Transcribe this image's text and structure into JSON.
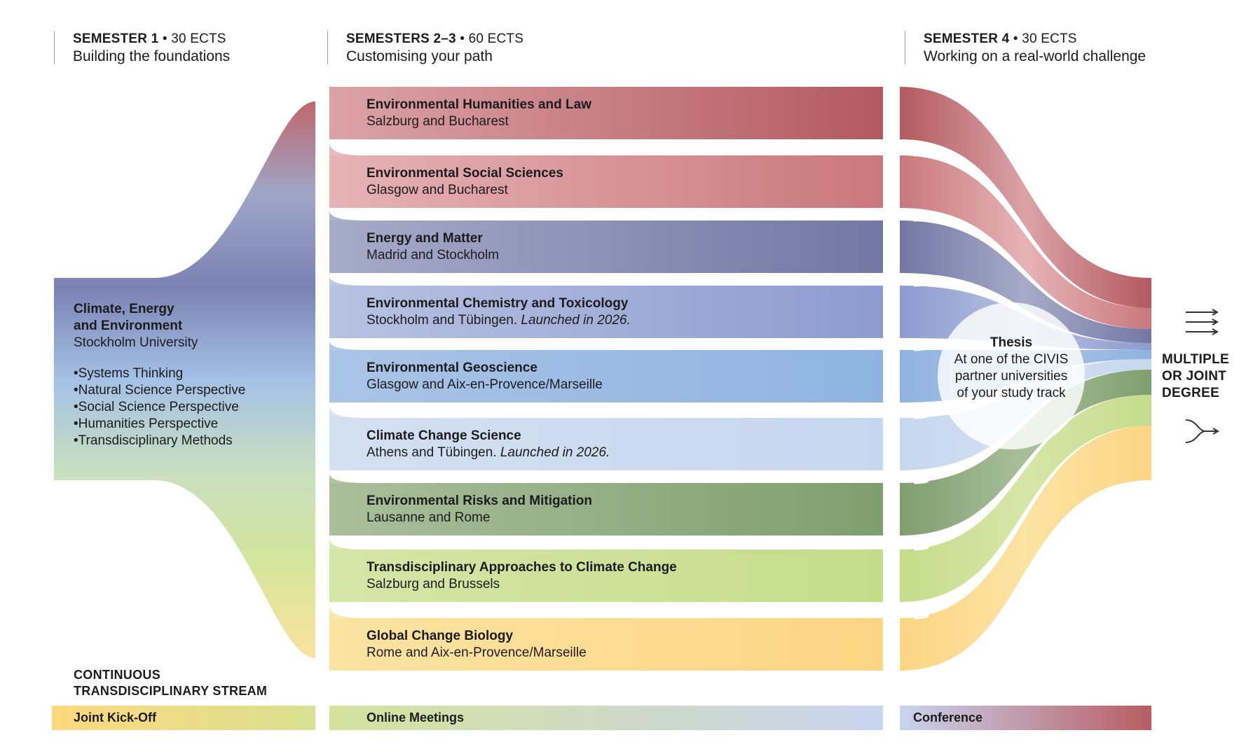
{
  "headers": [
    {
      "bold": "SEMESTER 1",
      "credits": "30 ECTS",
      "subtitle": "Building the foundations"
    },
    {
      "bold": "SEMESTERS 2–3",
      "credits": "60 ECTS",
      "subtitle": "Customising your path"
    },
    {
      "bold": "SEMESTER 4",
      "credits": "30 ECTS",
      "subtitle": "Working on a real-world challenge"
    }
  ],
  "semester1": {
    "name_line1": "Climate, Energy",
    "name_line2": "and Environment",
    "university": "Stockholm University",
    "topics": [
      "Systems Thinking",
      "Natural Science Perspective",
      "Social Science Perspective",
      "Humanities Perspective",
      "Transdisciplinary Methods"
    ]
  },
  "tracks": [
    {
      "name": "Environmental Humanities and Law",
      "location": "Salzburg and Bucharest",
      "note": "",
      "color_light": "#dba3a7",
      "color_dark": "#b35a60"
    },
    {
      "name": "Environmental Social Sciences",
      "location": "Glasgow and Bucharest",
      "note": "",
      "color_light": "#e6b3b5",
      "color_dark": "#c9787c"
    },
    {
      "name": "Energy and Matter",
      "location": "Madrid and Stockholm",
      "note": "",
      "color_light": "#a6abc9",
      "color_dark": "#7377a3"
    },
    {
      "name": "Environmental Chemistry and Toxicology",
      "location": "Stockholm and Tübingen.",
      "note": "Launched in 2026.",
      "color_light": "#b7c2e2",
      "color_dark": "#8d9bcf"
    },
    {
      "name": "Environmental Geoscience",
      "location": "Glasgow and Aix-en-Provence/Marseille",
      "note": "",
      "color_light": "#a9c4e6",
      "color_dark": "#8fb3e0"
    },
    {
      "name": "Climate Change Science",
      "location": "Athens and Tübingen.",
      "note": "Launched in 2026.",
      "color_light": "#d3e0f2",
      "color_dark": "#c7d7ef"
    },
    {
      "name": "Environmental Risks and Mitigation",
      "location": "Lausanne and Rome",
      "note": "",
      "color_light": "#a9bf9b",
      "color_dark": "#7f9e6e"
    },
    {
      "name": "Transdisciplinary Approaches to Climate Change",
      "location": "Salzburg and Brussels",
      "note": "",
      "color_light": "#d7e6a8",
      "color_dark": "#c4dc8a"
    },
    {
      "name": "Global Change Biology",
      "location": "Rome and Aix-en-Provence/Marseille",
      "note": "",
      "color_light": "#fbe3a2",
      "color_dark": "#fdd584"
    }
  ],
  "thesis": {
    "title": "Thesis",
    "line1": "At one of the CIVIS",
    "line2": "partner universities",
    "line3": "of your study track"
  },
  "degree": {
    "line1": "MULTIPLE",
    "line2": "OR JOINT",
    "line3": "DEGREE"
  },
  "stream": {
    "line1": "CONTINUOUS",
    "line2": "TRANSDISCIPLINARY STREAM"
  },
  "bars": [
    {
      "label": "Joint Kick-Off"
    },
    {
      "label": "Online Meetings"
    },
    {
      "label": "Conference"
    }
  ],
  "colors": {
    "s1_gradient": [
      "#c0676d",
      "#9fa6c8",
      "#7b82b3",
      "#a4c1e6",
      "#c9dfc0",
      "#d5e69a",
      "#fbe1a0"
    ],
    "kickoff_gradient": [
      "#fed97f",
      "#d9e192"
    ],
    "online_gradient": [
      "#d6e29c",
      "#c9d4ef"
    ],
    "conference_gradient": [
      "#c9d4ef",
      "#b85d63"
    ]
  }
}
